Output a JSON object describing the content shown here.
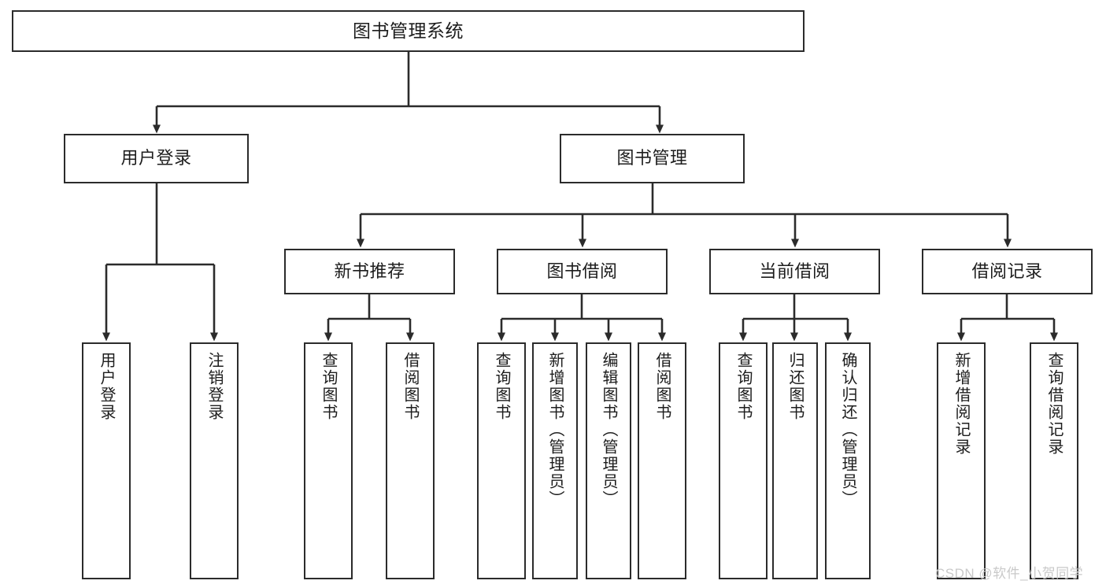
{
  "diagram": {
    "type": "tree-hierarchy-chart",
    "title": "图书管理系统",
    "colors": {
      "stroke": "#2b2b2b",
      "fill": "#ffffff",
      "text": "#1d1d1d",
      "watermark": "#c9c9c9"
    },
    "levels": {
      "root": {
        "label": "图书管理系统"
      },
      "level2": [
        {
          "label": "用户登录"
        },
        {
          "label": "图书管理"
        }
      ],
      "level3": [
        {
          "label": "新书推荐"
        },
        {
          "label": "图书借阅"
        },
        {
          "label": "当前借阅"
        },
        {
          "label": "借阅记录"
        }
      ],
      "leaves": {
        "user_login": [
          {
            "label": "用户登录"
          },
          {
            "label": "注销登录"
          }
        ],
        "new_book_recommend": [
          {
            "label": "查询图书"
          },
          {
            "label": "借阅图书"
          }
        ],
        "book_borrow": [
          {
            "label": "查询图书"
          },
          {
            "label": "新增图书（管理员）"
          },
          {
            "label": "编辑图书（管理员）"
          },
          {
            "label": "借阅图书"
          }
        ],
        "current_borrow": [
          {
            "label": "查询图书"
          },
          {
            "label": "归还图书"
          },
          {
            "label": "确认归还（管理员）"
          }
        ],
        "borrow_record": [
          {
            "label": "新增借阅记录"
          },
          {
            "label": "查询借阅记录"
          }
        ]
      }
    },
    "watermark": "CSDN @软件_小贺同学"
  }
}
